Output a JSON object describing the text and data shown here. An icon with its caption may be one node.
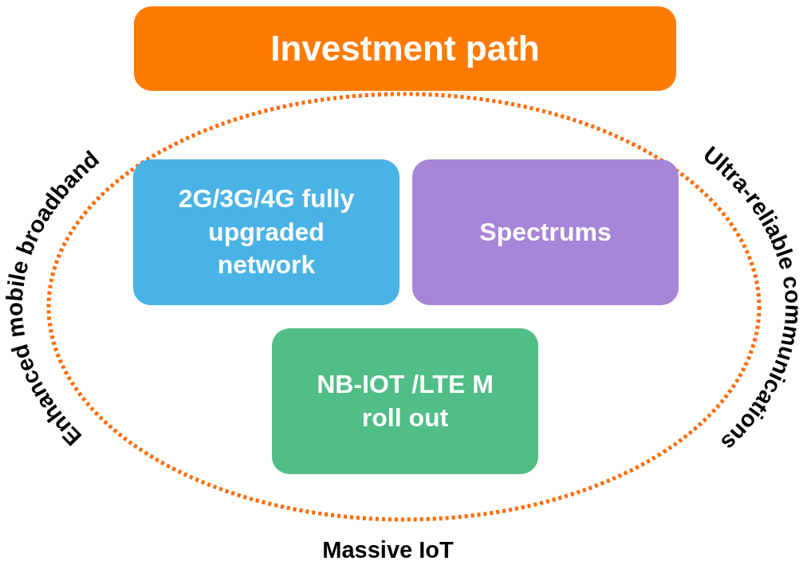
{
  "diagram": {
    "nodes": [
      {
        "text": [
          "Investment path"
        ]
      },
      {
        "text": [],
        "shape": "ellipse"
      },
      {
        "text": [
          "2G/3G/4G fully upgraded network"
        ],
        "in": 1
      },
      {
        "text": [
          "Spectrums"
        ],
        "in": 1
      },
      {
        "text": [
          "NB-IOT /LTE M roll out"
        ],
        "in": 1
      }
    ],
    "edges": [],
    "labels": [
      "Enhanced mobile broadband",
      "Ultra-reliable communications",
      "Massive IoT"
    ]
  }
}
